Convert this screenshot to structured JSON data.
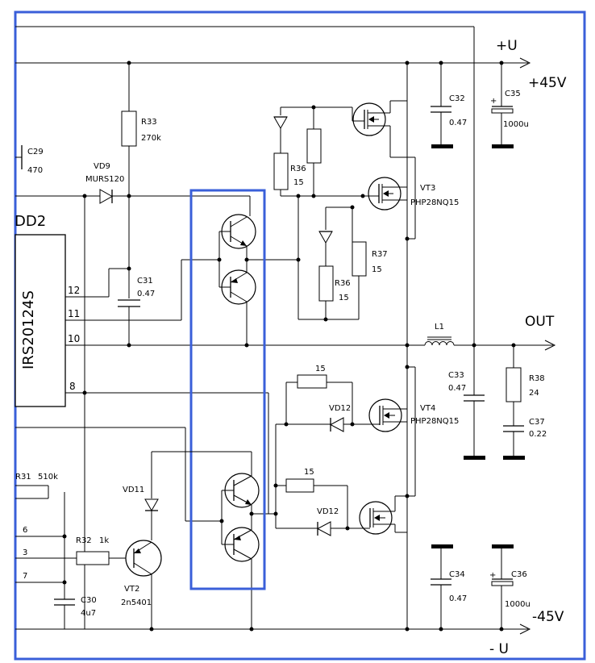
{
  "colors": {
    "frame": "#3a5fd9",
    "wire": "#000000",
    "background": "#ffffff"
  },
  "rails": {
    "pos_label": "+U",
    "pos_voltage": "+45V",
    "neg_label": "- U",
    "neg_voltage": "-45V",
    "out_label": "OUT"
  },
  "driver": {
    "name": "IRS20124S",
    "partial_label": "DD2",
    "pins": [
      "12",
      "11",
      "10",
      "8",
      "6",
      "3",
      "7"
    ]
  },
  "components": {
    "c29": [
      "C29",
      "470"
    ],
    "r33": [
      "R33",
      "270k"
    ],
    "vd9": [
      "VD9",
      "MURS120"
    ],
    "c31": [
      "C31",
      "0.47"
    ],
    "c32": [
      "C32",
      "0.47"
    ],
    "c35": [
      "C35",
      "1000u"
    ],
    "r36a": [
      "R36",
      "15"
    ],
    "r36b": [
      "R36",
      "15"
    ],
    "r37": [
      "R37",
      "15"
    ],
    "vt3": [
      "VT3",
      "PHP28NQ15"
    ],
    "l1": "L1",
    "c33": [
      "C33",
      "0.47"
    ],
    "r38": [
      "R38",
      "24"
    ],
    "c37": [
      "C37",
      "0.22"
    ],
    "vt4": [
      "VT4",
      "PHP28NQ15"
    ],
    "r_low1": "15",
    "vd12a": "VD12",
    "r_low2": "15",
    "vd12b": "VD12",
    "r31": [
      "R31",
      "510k"
    ],
    "r32": [
      "R32",
      "1k"
    ],
    "vd11": "VD11",
    "vt2": [
      "VT2",
      "2n5401"
    ],
    "c30": [
      "C30",
      "4u7"
    ],
    "c34": [
      "C34",
      "0.47"
    ],
    "c36": [
      "C36",
      "1000u"
    ]
  },
  "icons": [
    "npn-transistor-icon",
    "pnp-transistor-icon",
    "mosfet-icon",
    "diode-icon",
    "resistor-icon",
    "capacitor-icon",
    "inductor-icon",
    "arrow-icon",
    "ground-bar-icon"
  ]
}
